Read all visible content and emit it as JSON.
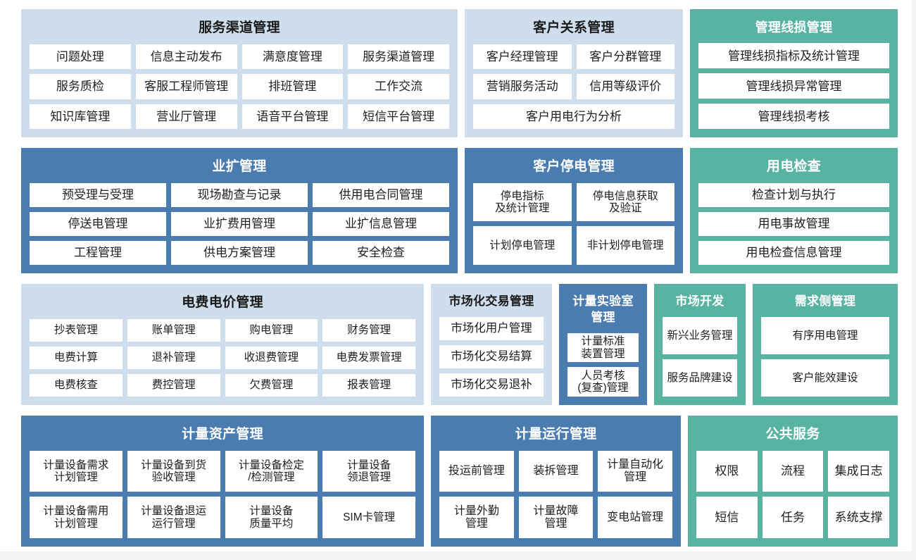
{
  "colors": {
    "panel_light": "#cfdeed",
    "panel_blue": "#4b7cb0",
    "panel_teal": "#58b3a3",
    "tile_bg": "#ffffff",
    "page_bg": "#ffffff",
    "text_dark": "#202020",
    "text_light": "#ffffff"
  },
  "rows": [
    {
      "panels": [
        {
          "title": "服务渠道管理",
          "style": "light",
          "tile_rows": [
            [
              "问题处理",
              "信息主动发布",
              "满意度管理",
              "服务渠道管理"
            ],
            [
              "服务质检",
              "客服工程师管理",
              "排班管理",
              "工作交流"
            ],
            [
              "知识库管理",
              "营业厅管理",
              "语音平台管理",
              "短信平台管理"
            ]
          ]
        },
        {
          "title": "客户关系管理",
          "style": "light",
          "tile_rows": [
            [
              "客户经理管理",
              "客户分群管理"
            ],
            [
              "营销服务活动",
              "信用等级评价"
            ],
            [
              "客户用电行为分析"
            ]
          ]
        },
        {
          "title": "管理线损管理",
          "style": "teal",
          "tile_rows": [
            [
              "管理线损指标及统计管理"
            ],
            [
              "管理线损异常管理"
            ],
            [
              "管理线损考核"
            ]
          ]
        }
      ]
    },
    {
      "panels": [
        {
          "title": "业扩管理",
          "style": "blue",
          "tile_rows": [
            [
              "预受理与受理",
              "现场勘查与记录",
              "供用电合同管理"
            ],
            [
              "停送电管理",
              "业扩费用管理",
              "业扩信息管理"
            ],
            [
              "工程管理",
              "供电方案管理",
              "安全检查"
            ]
          ]
        },
        {
          "title": "客户停电管理",
          "style": "blue",
          "tile_rows": [
            [
              "停电指标\n及统计管理",
              "停电信息获取\n及验证"
            ],
            [
              "计划停电管理",
              "非计划停电管理"
            ]
          ]
        },
        {
          "title": "用电检查",
          "style": "teal",
          "tile_rows": [
            [
              "检查计划与执行"
            ],
            [
              "用电事故管理"
            ],
            [
              "用电检查信息管理"
            ]
          ]
        }
      ]
    },
    {
      "panels": [
        {
          "title": "电费电价管理",
          "style": "light",
          "tile_rows": [
            [
              "抄表管理",
              "账单管理",
              "购电管理",
              "财务管理"
            ],
            [
              "电费计算",
              "退补管理",
              "收退费管理",
              "电费发票管理"
            ],
            [
              "电费核查",
              "费控管理",
              "欠费管理",
              "报表管理"
            ]
          ]
        },
        {
          "title": "市场化交易管理",
          "style": "light",
          "tile_rows": [
            [
              "市场化用户管理"
            ],
            [
              "市场化交易结算"
            ],
            [
              "市场化交易退补"
            ]
          ]
        },
        {
          "title": "计量实验室管理",
          "style": "blue",
          "tile_rows": [
            [
              "计量标准\n装置管理"
            ],
            [
              "人员考核\n(复查)管理"
            ]
          ]
        },
        {
          "title": "市场开发",
          "style": "teal",
          "tile_rows": [
            [
              "新兴业务管理"
            ],
            [
              "服务品牌建设"
            ]
          ]
        },
        {
          "title": "需求侧管理",
          "style": "teal",
          "tile_rows": [
            [
              "有序用电管理"
            ],
            [
              "客户能效建设"
            ]
          ]
        }
      ]
    },
    {
      "panels": [
        {
          "title": "计量资产管理",
          "style": "blue",
          "tile_rows": [
            [
              "计量设备需求\n计划管理",
              "计量设备到货\n验收管理",
              "计量设备检定\n/检测管理",
              "计量设备\n领退管理"
            ],
            [
              "计量设备需用\n计划管理",
              "计量设备退运\n运行管理",
              "计量设备\n质量平均",
              "SIM卡管理"
            ]
          ]
        },
        {
          "title": "计量运行管理",
          "style": "blue",
          "tile_rows": [
            [
              "投运前管理",
              "装拆管理",
              "计量自动化\n管理"
            ],
            [
              "计量外勤\n管理",
              "计量故障\n管理",
              "变电站管理"
            ]
          ]
        },
        {
          "title": "公共服务",
          "style": "teal",
          "tile_rows": [
            [
              "权限",
              "流程",
              "集成日志"
            ],
            [
              "短信",
              "任务",
              "系统支撑"
            ]
          ]
        }
      ]
    }
  ]
}
